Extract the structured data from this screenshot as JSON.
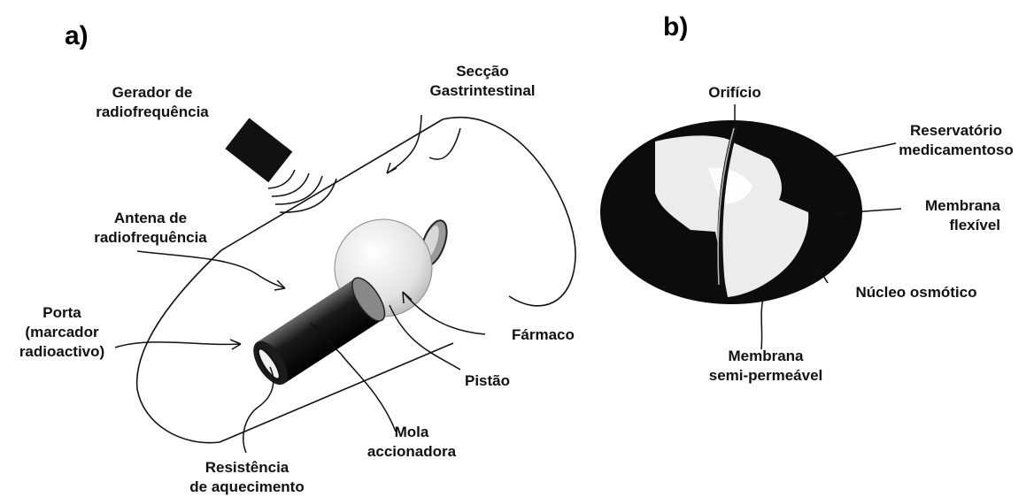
{
  "panel_a": {
    "letter": "a)",
    "labels": {
      "generator": [
        "Gerador de",
        "radiofrequência"
      ],
      "gi_section": [
        "Secção",
        "Gastrintestinal"
      ],
      "antenna": [
        "Antena de",
        "radiofrequência"
      ],
      "port": [
        "Porta",
        "(marcador",
        "radioactivo)"
      ],
      "drug": [
        "Fármaco"
      ],
      "piston": [
        "Pistão"
      ],
      "spring": [
        "Mola",
        "accionadora"
      ],
      "heater": [
        "Resistência",
        "de aquecimento"
      ]
    }
  },
  "panel_b": {
    "letter": "b)",
    "labels": {
      "orifice": [
        "Orifício"
      ],
      "reservoir": [
        "Reservatório",
        "medicamentoso"
      ],
      "flex_membrane": [
        "Membrana",
        "flexível"
      ],
      "osmotic_core": [
        "Núcleo osmótico"
      ],
      "semi_membrane": [
        "Membrana",
        "semi-permeável"
      ]
    }
  }
}
